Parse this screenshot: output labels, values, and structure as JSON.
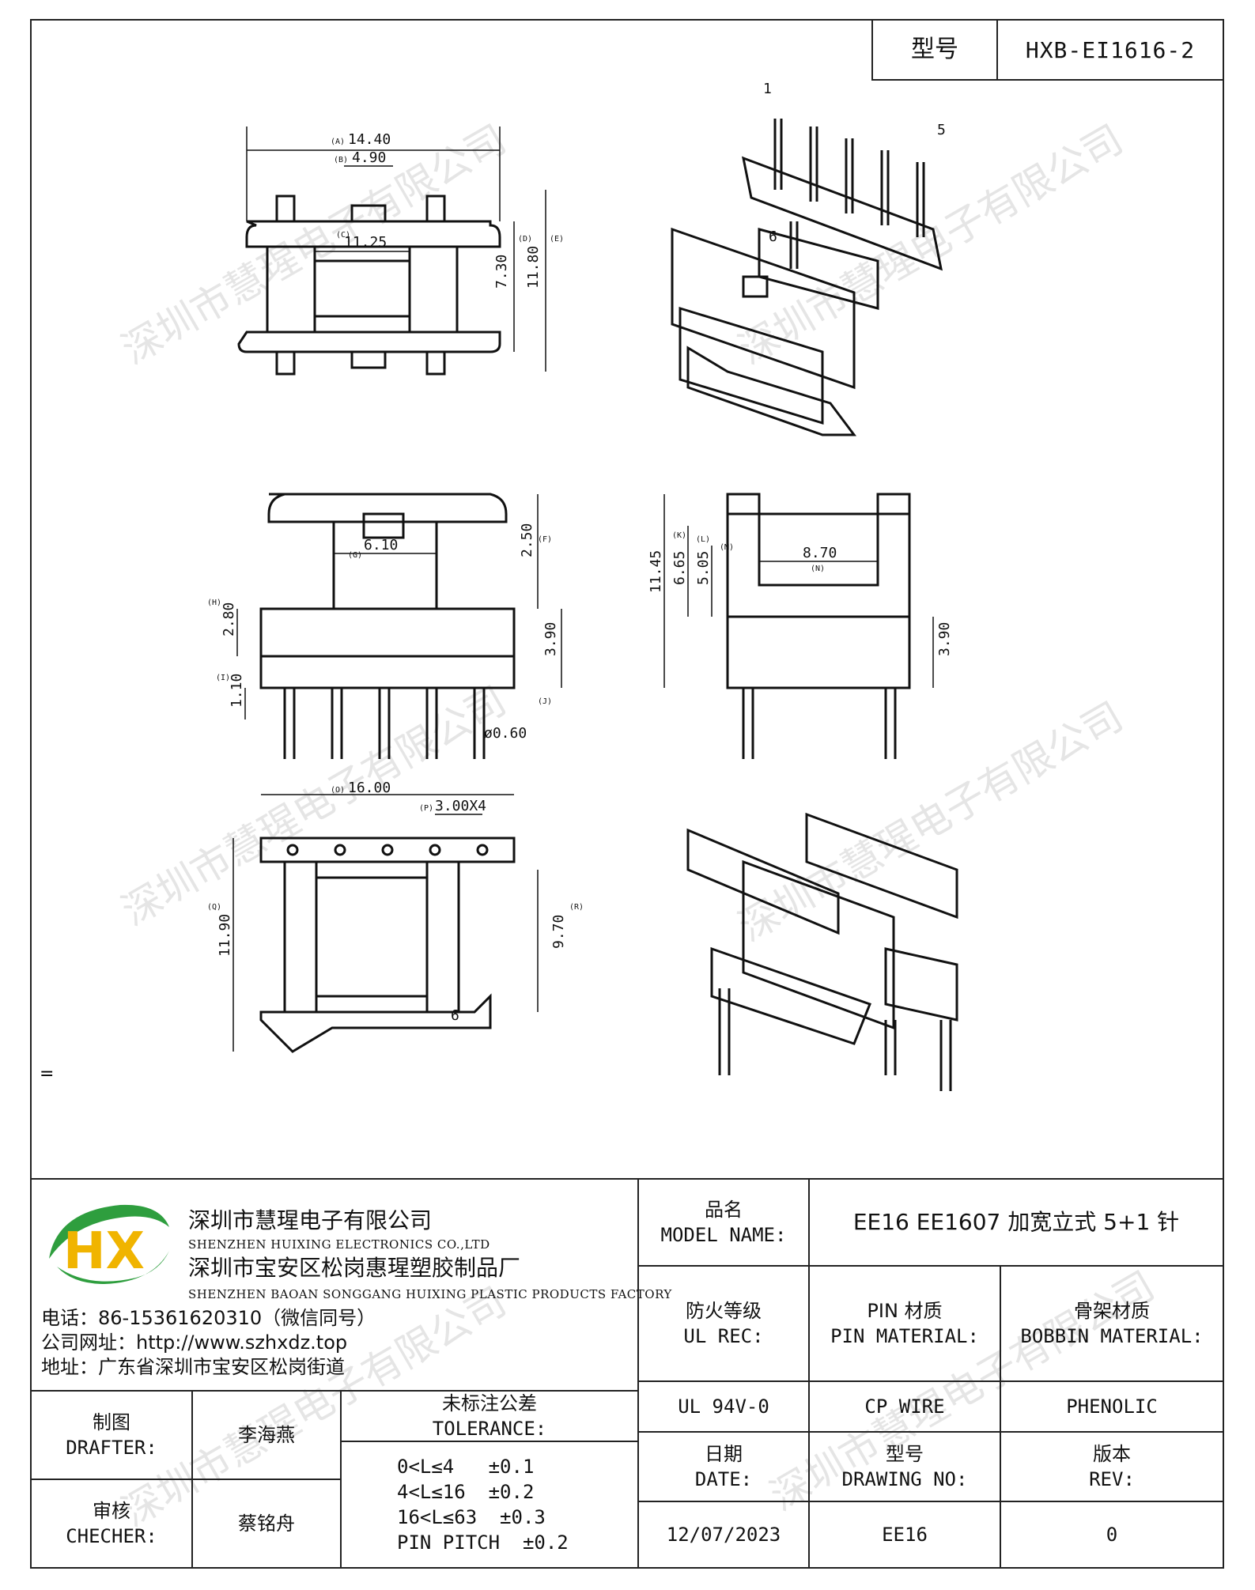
{
  "header": {
    "type_label": "型号",
    "type_value": "HXB-EI1616-2"
  },
  "drawing": {
    "pin_labels": [
      "1",
      "5",
      "6"
    ],
    "dims": {
      "A": "14.40",
      "B": "4.90",
      "C": "11.25",
      "D": "7.30",
      "E": "11.80",
      "F": "2.50",
      "G": "6.10",
      "H": "2.80",
      "I": "1.10",
      "J_h": "3.90",
      "K": "11.45",
      "L": "6.65",
      "M": "5.05",
      "N": "8.70",
      "side_h": "3.90",
      "pin_d": "ø0.60",
      "O": "16.00",
      "P": "3.00X4",
      "Q": "11.90",
      "R": "9.70"
    },
    "letters": [
      "(A)",
      "(B)",
      "(C)",
      "(D)",
      "(E)",
      "(F)",
      "(G)",
      "(H)",
      "(I)",
      "(J)",
      "(K)",
      "(L)",
      "(M)",
      "(N)",
      "(O)",
      "(P)",
      "(Q)",
      "(R)"
    ],
    "mark_6": "6",
    "margin_mark": "="
  },
  "watermark": "深圳市慧瑆电子有限公司",
  "company": {
    "name_cn": "深圳市慧瑆电子有限公司",
    "name_en": "SHENZHEN HUIXING ELECTRONICS CO.,LTD",
    "factory_cn": "深圳市宝安区松岗惠瑆塑胶制品厂",
    "factory_en": "SHENZHEN BAOAN SONGGANG HUIXING PLASTIC PRODUCTS FACTORY",
    "phone": "电话：86-15361620310（微信同号）",
    "website": "公司网址：http://www.szhxdz.top",
    "address": "地址：广东省深圳市宝安区松岗街道",
    "logo_text": "HX",
    "logo_green": "#2e9e3e",
    "logo_yellow": "#f0b400"
  },
  "table": {
    "model_name_cn": "品名",
    "model_name_en": "MODEL NAME:",
    "model_name_value": "EE16 EE1607 加宽立式 5+1 针",
    "ul_cn": "防火等级",
    "ul_en": "UL REC:",
    "pin_cn": "PIN 材质",
    "pin_en": "PIN MATERIAL:",
    "bobbin_cn": "骨架材质",
    "bobbin_en": "BOBBIN MATERIAL:",
    "ul_value": "UL 94V-0",
    "pin_value": "CP WIRE",
    "bobbin_value": "PHENOLIC",
    "drafter_cn": "制图",
    "drafter_en": "DRAFTER:",
    "drafter_name": "李海燕",
    "checker_cn": "审核",
    "checker_en": "CHECHER:",
    "checker_name": "蔡铭舟",
    "tol_cn": "未标注公差",
    "tol_en": "TOLERANCE:",
    "tol_lines": [
      "0<L≤4   ±0.1",
      "4<L≤16  ±0.2",
      "16<L≤63  ±0.3",
      "PIN PITCH  ±0.2"
    ],
    "date_cn": "日期",
    "date_en": "DATE:",
    "date_value": "12/07/2023",
    "drawno_cn": "型号",
    "drawno_en": "DRAWING NO:",
    "drawno_value": "EE16",
    "rev_cn": "版本",
    "rev_en": "REV:",
    "rev_value": "0"
  }
}
